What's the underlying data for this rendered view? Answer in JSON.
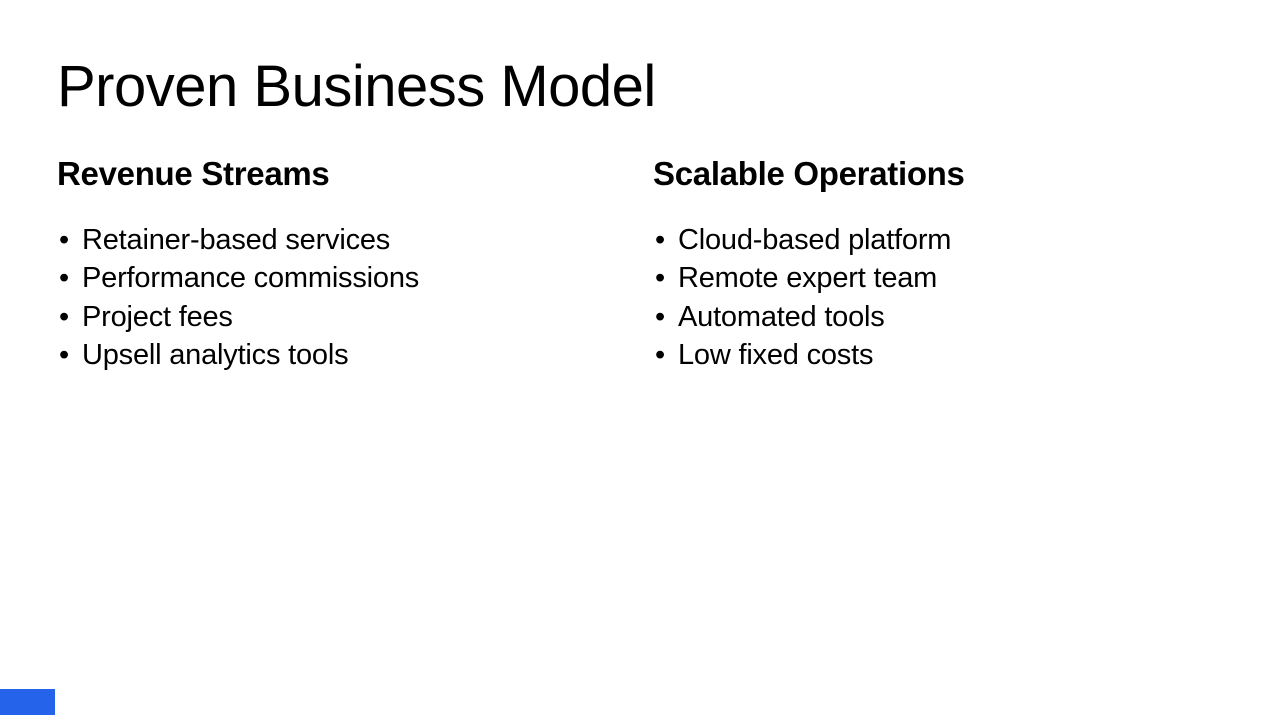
{
  "slide": {
    "title": "Proven Business Model",
    "bullet_glyph": "•",
    "accent_color": "#2563eb",
    "text_color": "#000000",
    "background_color": "#ffffff",
    "columns": [
      {
        "heading": "Revenue Streams",
        "bullets": [
          "Retainer-based services",
          "Performance commissions",
          "Project fees",
          "Upsell analytics tools"
        ]
      },
      {
        "heading": "Scalable Operations",
        "bullets": [
          "Cloud-based platform",
          "Remote expert team",
          "Automated tools",
          "Low fixed costs"
        ]
      }
    ]
  }
}
